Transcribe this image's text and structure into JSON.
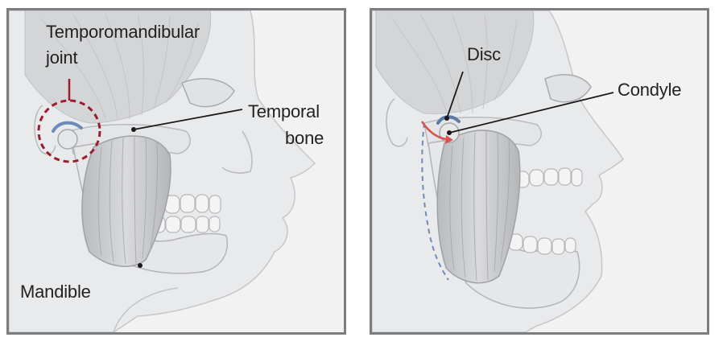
{
  "left_panel": {
    "labels": {
      "joint_line1": "Temporomandibular",
      "joint_line2": "joint",
      "temporal_line1": "Temporal",
      "temporal_line2": "bone",
      "mandible": "Mandible"
    }
  },
  "right_panel": {
    "labels": {
      "disc": "Disc",
      "condyle": "Condyle"
    }
  },
  "colors": {
    "frame": "#7b7d80",
    "background": "#f2f2f3",
    "joint_highlight": "#9b1c2e",
    "disc": "#5a7aa8",
    "movement_arrow": "#d9534f"
  }
}
